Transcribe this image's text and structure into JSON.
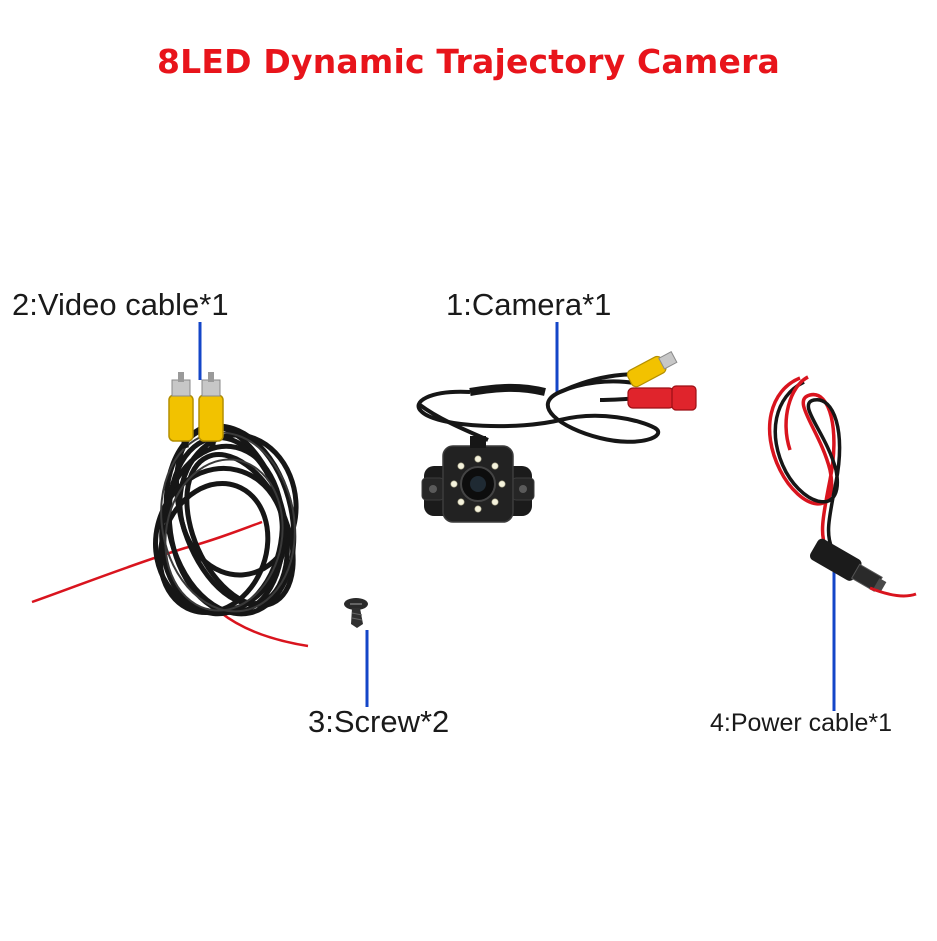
{
  "title": "8LED Dynamic Trajectory Camera",
  "items": {
    "video_cable": "2:Video cable*1",
    "camera": "1:Camera*1",
    "screw": "3:Screw*2",
    "power_cable": "4:Power cable*1"
  },
  "colors": {
    "title": "#e8141b",
    "pointer": "#1446c8",
    "cable_black": "#161616",
    "rca_yellow": "#f2c200",
    "wire_red": "#d9141e",
    "led": "#f4f2dc"
  }
}
